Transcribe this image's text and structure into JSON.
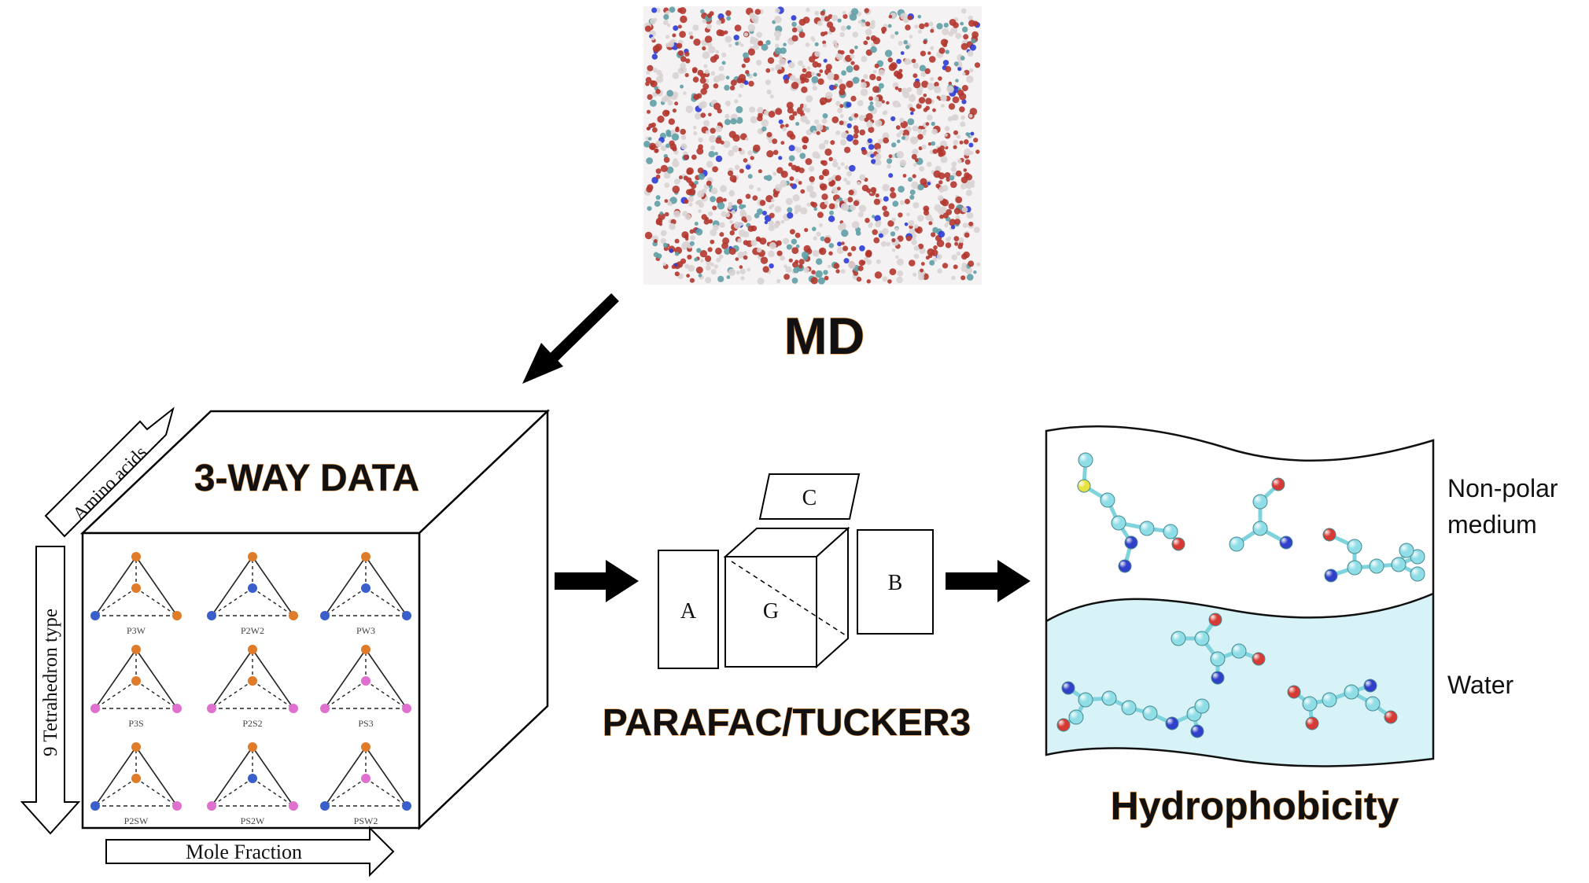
{
  "md": {
    "label": "MD",
    "colors": {
      "oxygen": "#b3362e",
      "hydrogen": "#d9d3d3",
      "nitrogen": "#2b3bd6",
      "carbon": "#5fa0a6"
    }
  },
  "threeway": {
    "title": "3-WAY DATA",
    "axis_top": "Amino acids",
    "axis_left": "9 Tetrahedron type",
    "axis_bottom": "Mole Fraction",
    "grid_labels": [
      "P3W",
      "P2W2",
      "PW3",
      "P3S",
      "P2S2",
      "PS3",
      "P2SW",
      "PS2W",
      "PSW2"
    ],
    "colors": {
      "orange": "#e07b2a",
      "blue": "#3a5fcd",
      "pink": "#e070d0"
    }
  },
  "decomposition": {
    "title": "PARAFAC/TUCKER3",
    "labels": {
      "a": "A",
      "b": "B",
      "c": "C",
      "g": "G"
    }
  },
  "hydrophobicity": {
    "title": "Hydrophobicity",
    "nonpolar_line1": "Non-polar",
    "nonpolar_line2": "medium",
    "water": "Water",
    "colors": {
      "water_fill": "#d7f3f8",
      "atom": "#8fdde6",
      "oxygen": "#d63a35",
      "nitrogen": "#3040c8",
      "sulfur": "#e8e240"
    }
  }
}
